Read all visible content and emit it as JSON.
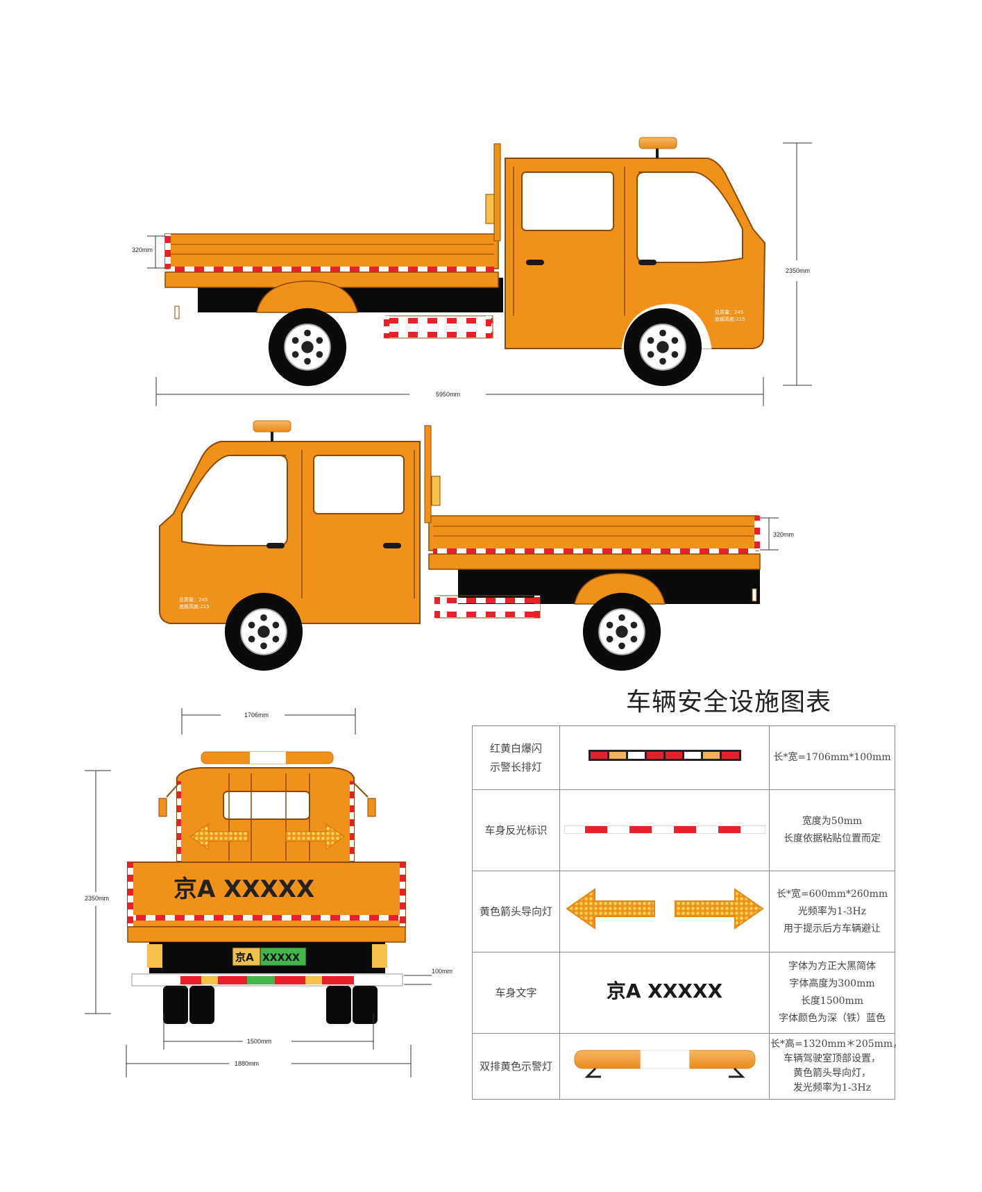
{
  "dimensions": {
    "side_deck_height": "320mm",
    "overall_height": "2350mm",
    "overall_length": "5950mm",
    "rear_width": "1706mm",
    "rear_height": "2350mm",
    "rear_bar_height": "100mm",
    "wheel_track": "1500mm",
    "overall_width": "1880mm"
  },
  "door_text": {
    "line1": "总质量：245",
    "line2": "底板高度:215"
  },
  "rear_sign": {
    "cargo_text": "京A XXXXX",
    "plate_prefix": "京A",
    "plate_suffix": "XXXXX"
  },
  "table": {
    "title": "车辆安全设施图表",
    "rows": [
      {
        "name_lines": [
          "红黄白爆闪",
          "示警长排灯"
        ],
        "visual": "light-bar-strip",
        "desc_lines": [
          "长*宽=1706mm*100mm"
        ]
      },
      {
        "name_lines": [
          "车身反光标识"
        ],
        "visual": "reflective-strip",
        "desc_lines": [
          "宽度为50mm",
          "长度依据粘贴位置而定"
        ]
      },
      {
        "name_lines": [
          "黄色箭头导向灯"
        ],
        "visual": "arrow-lights",
        "desc_lines": [
          "长*宽=600mm*260mm",
          "光频率为1-3Hz",
          "用于提示后方车辆避让"
        ]
      },
      {
        "name_lines": [
          "车身文字"
        ],
        "visual_text": "京A XXXXX",
        "desc_lines": [
          "字体为方正大黑简体",
          "字体高度为300mm",
          "长度1500mm",
          "字体颜色为深（铁）蓝色"
        ]
      },
      {
        "name_lines": [
          "双排黄色示警灯"
        ],
        "visual": "dual-warning-light",
        "desc_lines": [
          "长*高=1320mm＊205mm，",
          "车辆驾驶室顶部设置，",
          "黄色箭头导向灯，",
          "发光频率为1-3Hz"
        ]
      }
    ]
  },
  "colors": {
    "body_orange": "#f0911a",
    "outline": "#8a4a05",
    "red": "#e8202a",
    "white": "#ffffff",
    "amber": "#f5a623",
    "plate_green": "#43b649",
    "plate_yellow": "#f2c04a"
  }
}
